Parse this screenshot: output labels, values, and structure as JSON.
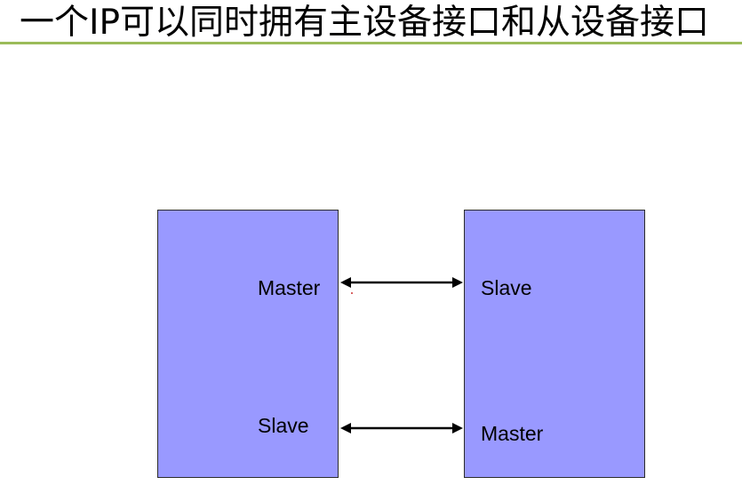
{
  "title": "一个IP可以同时拥有主设备接口和从设备接口",
  "colors": {
    "title_rule": "#9bbb59",
    "block_fill": "#9999ff",
    "block_border": "#2b2b2b",
    "arrow": "#000000"
  },
  "left_block": {
    "top_port": "Master",
    "bottom_port": "Slave"
  },
  "right_block": {
    "top_port": "Slave",
    "bottom_port": "Master"
  }
}
